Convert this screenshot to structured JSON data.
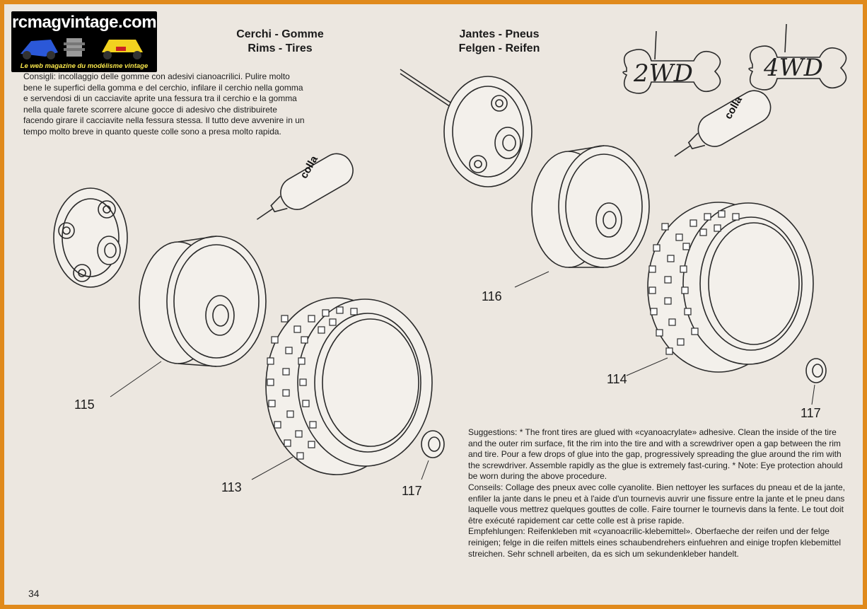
{
  "logo": {
    "site": "rcmagvintage.com",
    "tagline": "Le web magazine du modélisme vintage"
  },
  "titles": {
    "left_line1": "Cerchi - Gomme",
    "left_line2": "Rims - Tires",
    "right_line1": "Jantes - Pneus",
    "right_line2": "Felgen - Reifen"
  },
  "italian_text": "Consigli: incollaggio delle gomme con adesivi cianoacrilici. Pulire molto bene le superfici della gomma e del cerchio, infilare il cerchio nella gomma e servendosi di un cacciavite aprite una fessura tra il cerchio e la gomma nella quale farete scorrere alcune gocce di adesivo che distribuirete facendo girare il cacciavite nella fessura stessa. Il tutto deve avvenire in un tempo molto breve in quanto queste colle sono a presa molto rapida.",
  "english_text": "Suggestions: * The front tires are glued with «cyanoacrylate» adhesive. Clean the inside of the tire and the outer rim surface, fit the rim into the tire and with a screwdriver open a gap between the rim and tire. Pour a few drops of glue into the gap, progressively spreading the glue around the rim with the screwdriver. Assemble rapidly as the glue is extremely fast-curing. * Note: Eye protection ahould be worn during the above procedure.",
  "french_text": "Conseils: Collage des pneux avec colle cyanolite. Bien nettoyer les surfaces du pneau et de la jante, enfiler la jante dans le pneu et à l'aide d'un tournevis auvrir une fissure entre la jante et le pneu dans laquelle vous mettrez quelques gouttes de colle. Faire tourner le tournevis dans la fente. Le tout doit être exécuté rapidement car cette colle est à prise rapide.",
  "german_text": "Empfehlungen: Reifenkleben mit «cyanoacrilic-klebemittel». Oberfaeche der reifen und der felge reinigen; felge in die reifen mittels eines schaubendrehers einfuehren and einige tropfen klebemittel streichen. Sehr schnell arbeiten, da es sich um sekundenkleber handelt.",
  "glue_label_left": "colla",
  "glue_label_right": "colla",
  "handwritten": {
    "left": "2WD",
    "right": "4WD"
  },
  "part_labels": {
    "rim_left": "115",
    "rim_right": "116",
    "tire_left": "113",
    "tire_right": "114",
    "nut_left": "117",
    "nut_right": "117"
  },
  "page_number": "34"
}
